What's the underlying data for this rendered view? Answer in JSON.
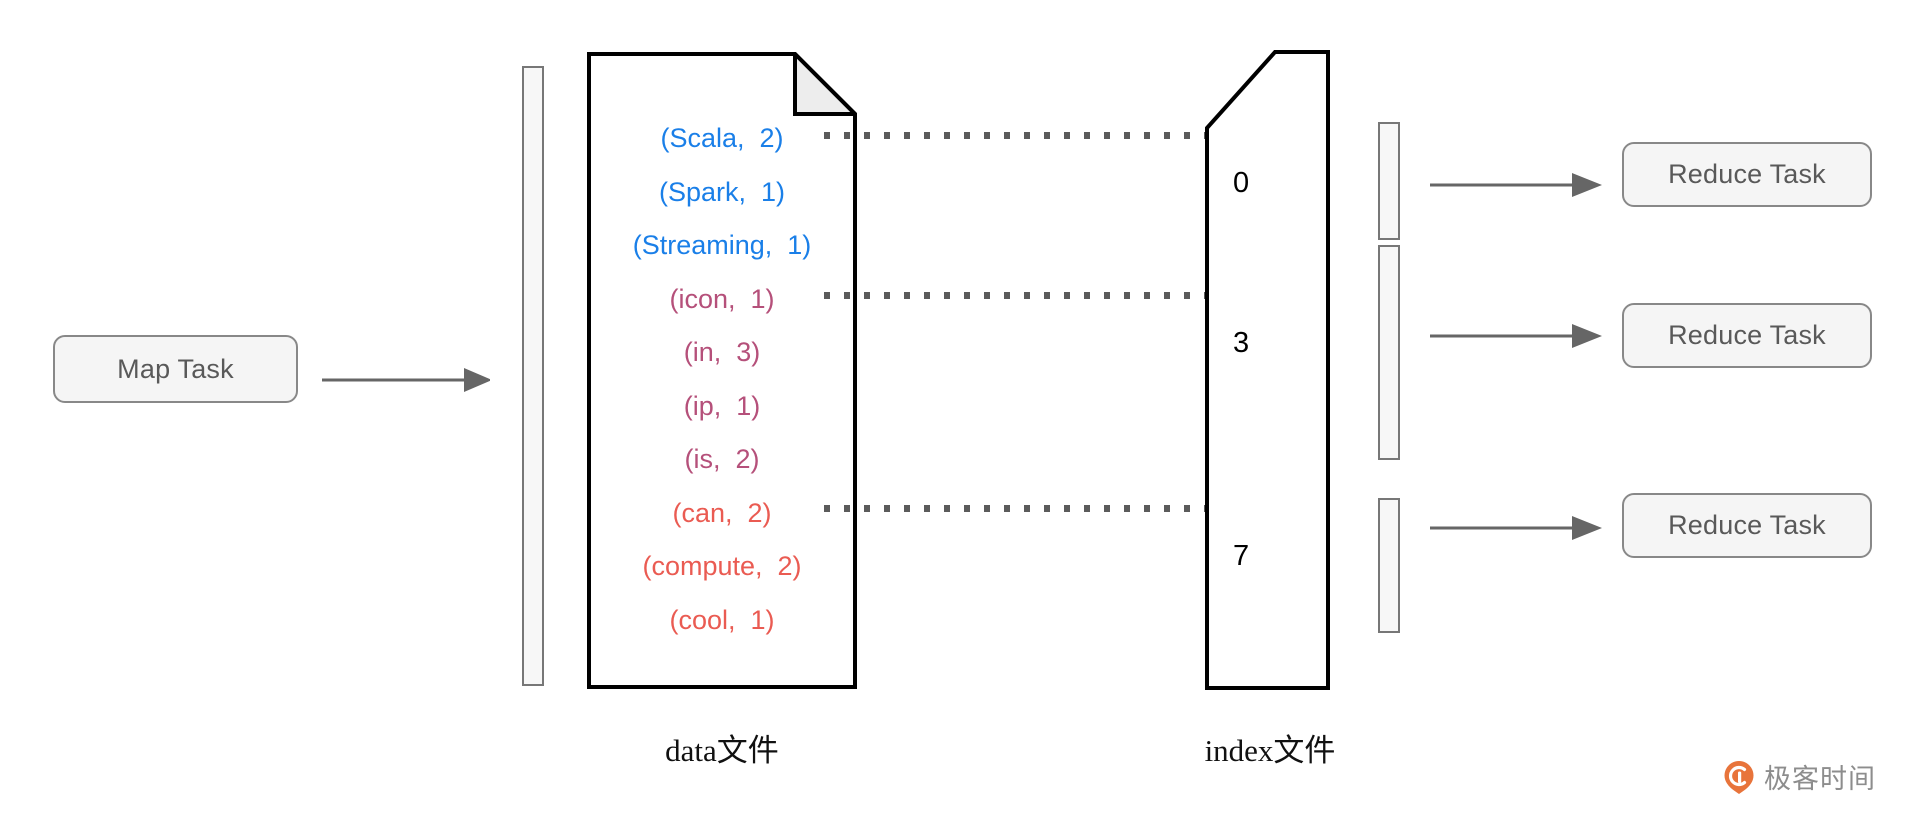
{
  "diagram": {
    "title_hidden": "Shuffle data file and index file",
    "colors": {
      "blue": "#1a7fe8",
      "purple": "#b5507a",
      "red": "#ea5b52",
      "box_fill": "#f5f5f5",
      "box_border": "#888888",
      "arrow": "#666666",
      "dotted": "#5b5b5b",
      "sheet_border": "#000000",
      "watermark_orange": "#e8743b"
    }
  },
  "map_task": {
    "label": "Map Task"
  },
  "data_file": {
    "caption": "data文件",
    "entries": [
      {
        "text": "(Scala,  2)",
        "color": "blue"
      },
      {
        "text": "(Spark,  1)",
        "color": "blue"
      },
      {
        "text": "(Streaming,  1)",
        "color": "blue"
      },
      {
        "text": "(icon,  1)",
        "color": "purple"
      },
      {
        "text": "(in,  3)",
        "color": "purple"
      },
      {
        "text": "(ip,  1)",
        "color": "purple"
      },
      {
        "text": "(is,  2)",
        "color": "purple"
      },
      {
        "text": "(can,  2)",
        "color": "red"
      },
      {
        "text": "(compute,  2)",
        "color": "red"
      },
      {
        "text": "(cool,  1)",
        "color": "red"
      }
    ]
  },
  "index_file": {
    "caption": "index文件",
    "offsets": [
      {
        "value": "0"
      },
      {
        "value": "3"
      },
      {
        "value": "7"
      }
    ]
  },
  "reduce_tasks": [
    {
      "label": "Reduce Task"
    },
    {
      "label": "Reduce Task"
    },
    {
      "label": "Reduce Task"
    }
  ],
  "watermark": {
    "text": "极客时间"
  }
}
